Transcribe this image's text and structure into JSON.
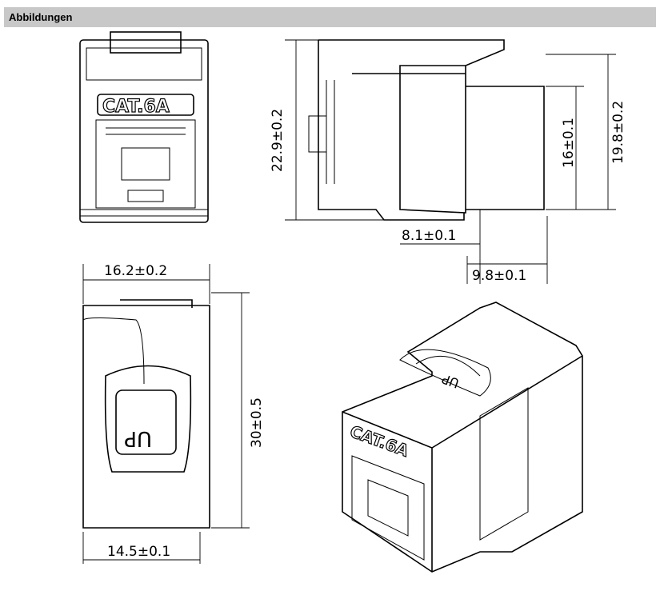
{
  "section": {
    "title": "Abbildungen"
  },
  "front_view": {
    "marking": "CAT.6A"
  },
  "side_view": {
    "dimensions": {
      "height_total": "22.9±0.2",
      "height_body": "19.8±0.2",
      "height_inner": "16±0.1",
      "depth_a": "8.1±0.1",
      "depth_b": "9.8±0.1"
    }
  },
  "top_view": {
    "marking": "UP",
    "dimensions": {
      "width_top": "16.2±0.2",
      "length": "30±0.5",
      "width_bottom": "14.5±0.1"
    }
  },
  "iso_view": {
    "marking": "CAT.6A",
    "up_marking": "UP"
  }
}
